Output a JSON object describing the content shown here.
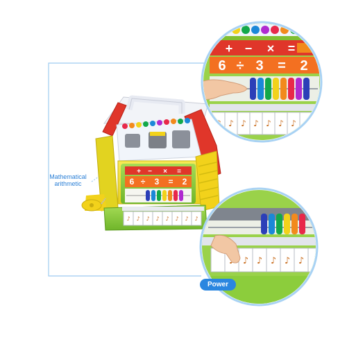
{
  "labels": {
    "math_line1": "Mathematical",
    "math_line2": "arithmetic",
    "power": "Power"
  },
  "equation": {
    "top_symbols": [
      "+",
      "−",
      "×",
      "="
    ],
    "bottom": [
      "6",
      "÷",
      "3",
      "=",
      "2"
    ]
  },
  "colors": {
    "accent_blue": "#2a86e0",
    "callout_line": "#9ecbf0",
    "roof_red": "#e0362a",
    "body_yellow": "#f4e23a",
    "base_green": "#8ccd3c",
    "panel_orange": "#f37021"
  },
  "abacus_beads": [
    "#2c3fb8",
    "#1b88d8",
    "#13a84a",
    "#f2d21b",
    "#f28a1c",
    "#e8284a",
    "#b02ad0",
    "#2c3fb8"
  ],
  "icons": [
    "piano-key-icon",
    "abacus-icon",
    "hand-icon",
    "shape-sorter-icon"
  ]
}
